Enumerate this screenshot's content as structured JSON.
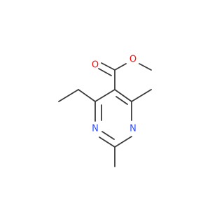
{
  "molecule": {
    "atoms": {
      "ester_carbonyl_o": {
        "symbol": "O",
        "color": "#ff0d0d"
      },
      "ester_ether_o": {
        "symbol": "O",
        "color": "#ff0d0d"
      },
      "ring_n_left": {
        "symbol": "N",
        "color": "#3050f8"
      },
      "ring_n_right": {
        "symbol": "N",
        "color": "#3050f8"
      }
    },
    "bond_color": "#3a3a3a"
  }
}
